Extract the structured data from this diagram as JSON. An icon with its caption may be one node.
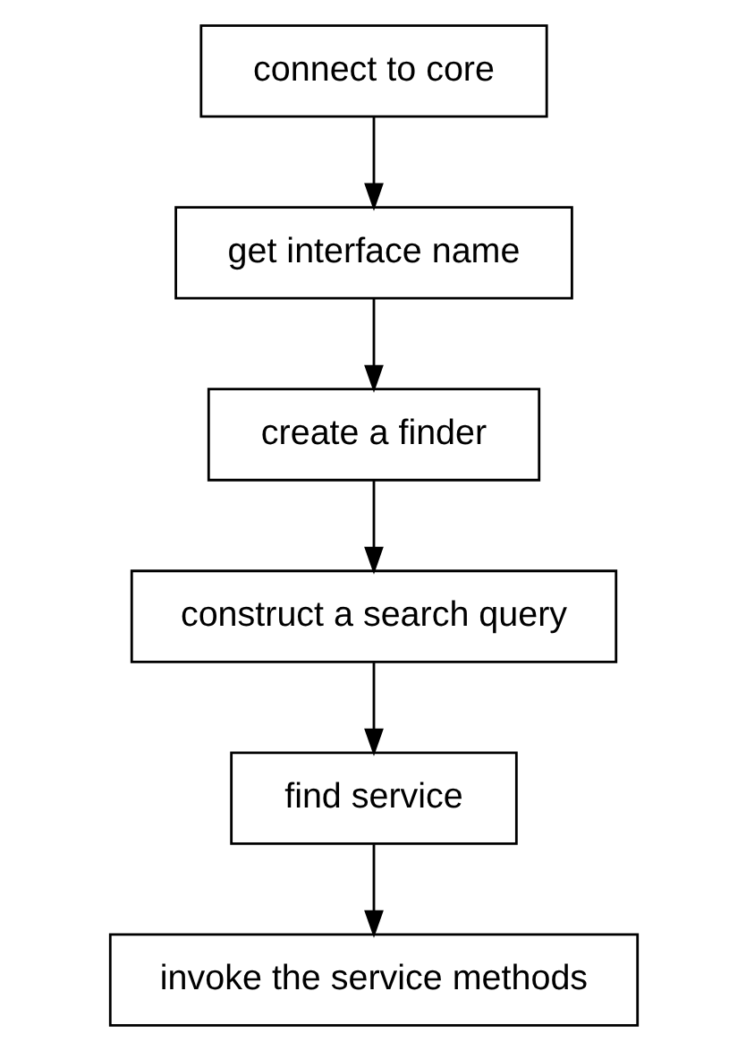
{
  "diagram": {
    "nodes": [
      {
        "text": [
          "connect to core"
        ]
      },
      {
        "text": [
          "get interface name"
        ]
      },
      {
        "text": [
          "create a finder"
        ]
      },
      {
        "text": [
          "construct a search query"
        ]
      },
      {
        "text": [
          "find service"
        ]
      },
      {
        "text": [
          "invoke the service methods"
        ]
      }
    ],
    "edges": [
      {
        "from": 0,
        "to": 1,
        "arrow": "to"
      },
      {
        "from": 1,
        "to": 2,
        "arrow": "to"
      },
      {
        "from": 2,
        "to": 3,
        "arrow": "to"
      },
      {
        "from": 3,
        "to": 4,
        "arrow": "to"
      },
      {
        "from": 4,
        "to": 5,
        "arrow": "to"
      }
    ]
  }
}
